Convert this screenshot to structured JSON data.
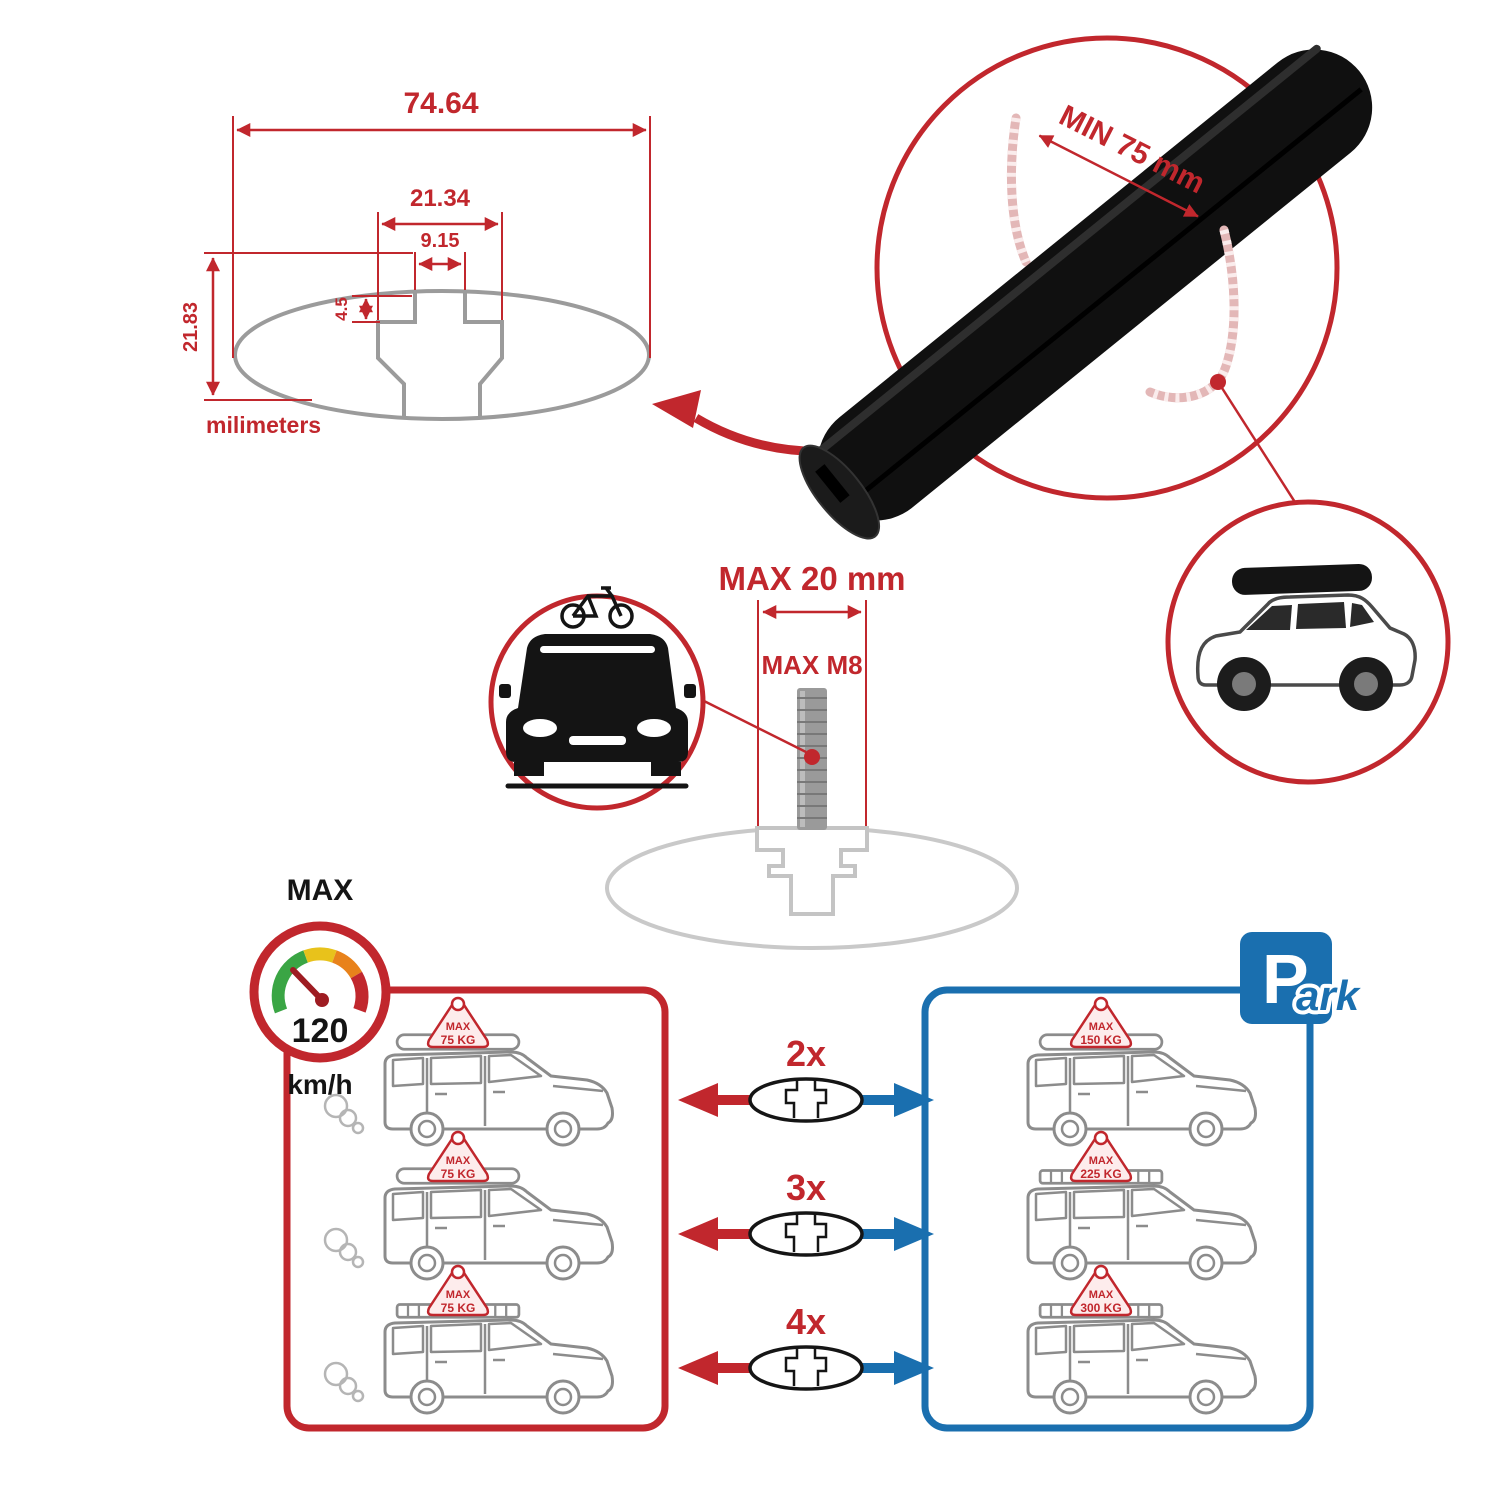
{
  "dimensions": {
    "total_width": "74.64",
    "cavity_width": "21.34",
    "slot_width": "9.15",
    "slot_depth": "4.5",
    "height": "21.83",
    "units": "milimeters"
  },
  "bar_detail": {
    "min_span": "MIN 75 mm"
  },
  "bolt": {
    "max_width": "MAX 20 mm",
    "max_thread": "MAX M8"
  },
  "speed": {
    "label": "MAX",
    "value": "120",
    "unit": "km/h"
  },
  "driving": {
    "tags": [
      {
        "label": "MAX",
        "value": "75 KG"
      },
      {
        "label": "MAX",
        "value": "75 KG"
      },
      {
        "label": "MAX",
        "value": "75 KG"
      }
    ]
  },
  "counts": [
    "2x",
    "3x",
    "4x"
  ],
  "parking": {
    "sign_letter": "P",
    "sign_rest": "ark",
    "tags": [
      {
        "label": "MAX",
        "value": "150 KG"
      },
      {
        "label": "MAX",
        "value": "225 KG"
      },
      {
        "label": "MAX",
        "value": "300 KG"
      }
    ]
  },
  "colors": {
    "red": "#c1272d",
    "blue": "#1a6faf",
    "gray": "#9b9b9b",
    "pink": "#e3b7b7",
    "black": "#141414"
  }
}
